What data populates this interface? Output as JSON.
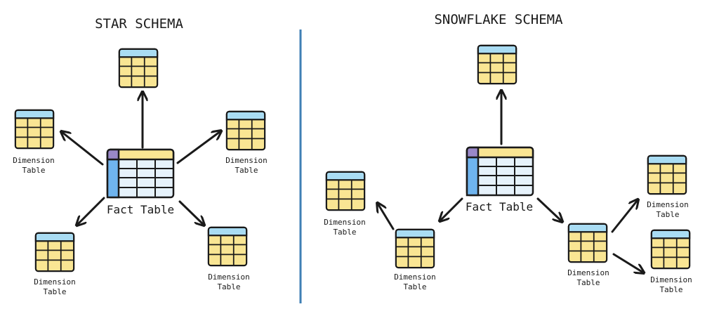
{
  "star": {
    "title": "STAR SCHEMA",
    "fact_label": "Fact Table",
    "dim_label_line1": "Dimension",
    "dim_label_line2": "Table"
  },
  "snowflake": {
    "title": "SNOWFLAKE SCHEMA",
    "fact_label": "Fact Table",
    "dim_label_line1": "Dimension",
    "dim_label_line2": "Table"
  },
  "colors": {
    "dim_header": "#a9dcf3",
    "dim_body": "#f9e593",
    "fact_header": "#f9e593",
    "fact_side": "#6fb4ee",
    "fact_corner": "#9988c7",
    "fact_body": "#e6f2fb",
    "outline": "#1a1a1a",
    "divider": "#3f7fb5"
  }
}
